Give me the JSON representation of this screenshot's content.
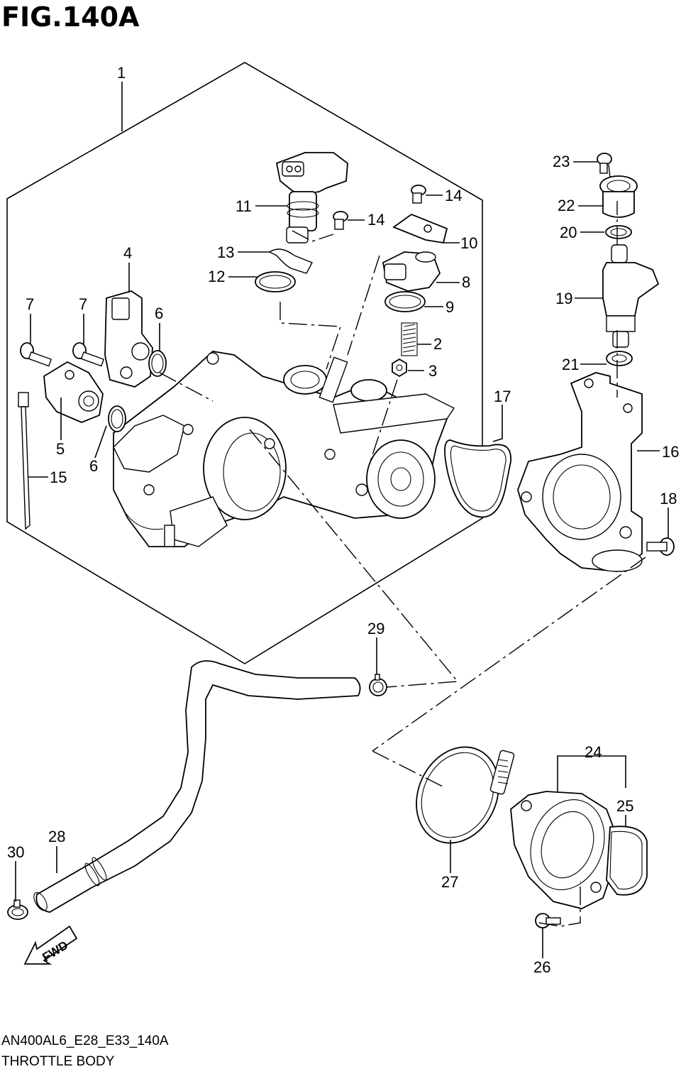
{
  "figure": {
    "title": "FIG.140A",
    "code": "AN400AL6_E28_E33_140A",
    "name": "THROTTLE BODY"
  },
  "callouts": {
    "c1": "1",
    "c2": "2",
    "c3": "3",
    "c4": "4",
    "c5": "5",
    "c6a": "6",
    "c6b": "6",
    "c7a": "7",
    "c7b": "7",
    "c8": "8",
    "c9": "9",
    "c10": "10",
    "c11": "11",
    "c12": "12",
    "c13": "13",
    "c14a": "14",
    "c14b": "14",
    "c15": "15",
    "c16": "16",
    "c17": "17",
    "c18": "18",
    "c19": "19",
    "c20": "20",
    "c21": "21",
    "c22": "22",
    "c23": "23",
    "c24": "24",
    "c25": "25",
    "c26": "26",
    "c27": "27",
    "c28": "28",
    "c29": "29",
    "c30": "30"
  },
  "fwd": "FWD"
}
